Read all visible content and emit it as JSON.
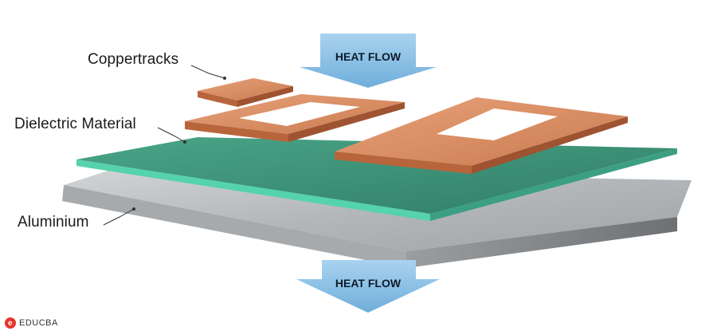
{
  "labels": {
    "coppertracks": "Coppertracks",
    "dielectric": "Dielectric Material",
    "aluminium": "Aluminium"
  },
  "heat_flow": {
    "top": "HEAT FLOW",
    "bottom": "HEAT FLOW"
  },
  "brand": {
    "mark": "e",
    "name": "EDUCBA"
  },
  "colors": {
    "copper": "#d9875a",
    "copper_dark": "#b8653c",
    "dielectric": "#3f9a7f",
    "dielectric_edge": "#4fc9a2",
    "aluminium": "#b9bcbf",
    "aluminium_edge": "#8f9396",
    "arrow": "#8ec3e6",
    "brand_red": "#e8342c"
  }
}
